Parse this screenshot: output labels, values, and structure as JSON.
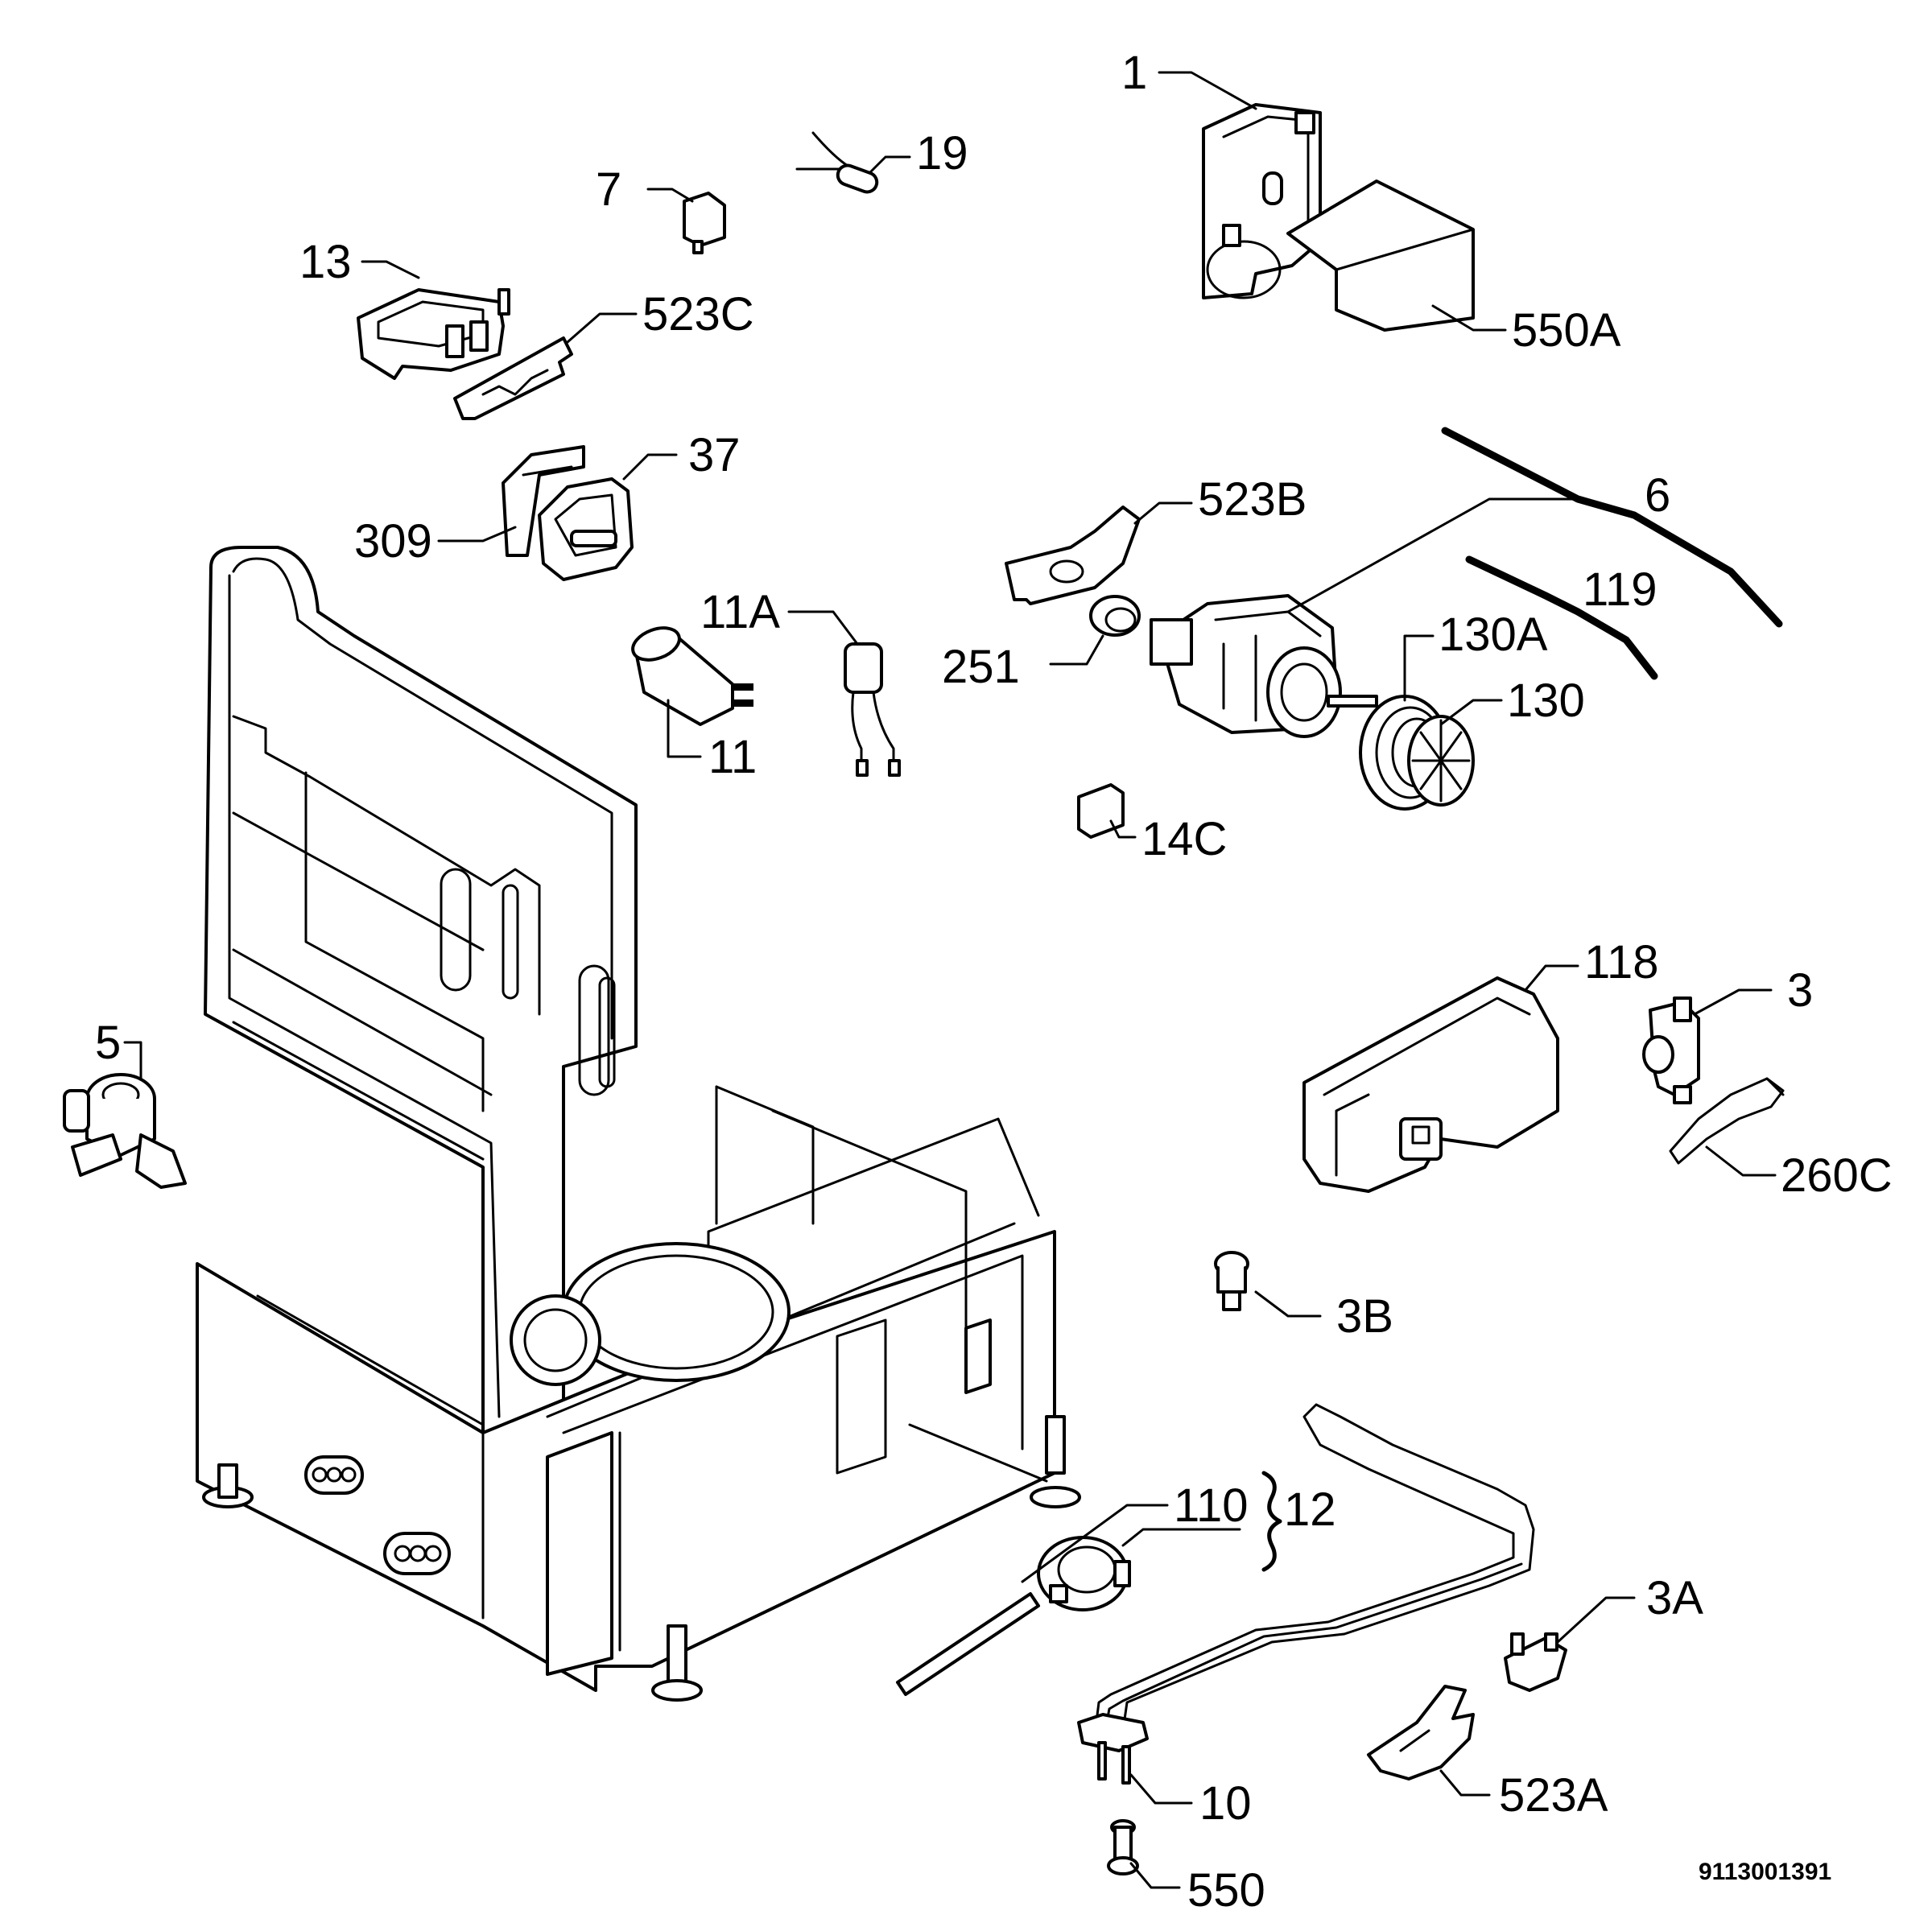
{
  "drawing_number": "9113001391",
  "callouts": [
    {
      "id": "1",
      "text": "1"
    },
    {
      "id": "19",
      "text": "19"
    },
    {
      "id": "7",
      "text": "7"
    },
    {
      "id": "13",
      "text": "13"
    },
    {
      "id": "523C",
      "text": "523C"
    },
    {
      "id": "550A",
      "text": "550A"
    },
    {
      "id": "37",
      "text": "37"
    },
    {
      "id": "309",
      "text": "309"
    },
    {
      "id": "523B",
      "text": "523B"
    },
    {
      "id": "6",
      "text": "6"
    },
    {
      "id": "119",
      "text": "119"
    },
    {
      "id": "11A",
      "text": "11A"
    },
    {
      "id": "251",
      "text": "251"
    },
    {
      "id": "130A",
      "text": "130A"
    },
    {
      "id": "130",
      "text": "130"
    },
    {
      "id": "11",
      "text": "11"
    },
    {
      "id": "14C",
      "text": "14C"
    },
    {
      "id": "118",
      "text": "118"
    },
    {
      "id": "3",
      "text": "3"
    },
    {
      "id": "5",
      "text": "5"
    },
    {
      "id": "260C",
      "text": "260C"
    },
    {
      "id": "3B",
      "text": "3B"
    },
    {
      "id": "110",
      "text": "110"
    },
    {
      "id": "12",
      "text": "12"
    },
    {
      "id": "3A",
      "text": "3A"
    },
    {
      "id": "10",
      "text": "10"
    },
    {
      "id": "523A",
      "text": "523A"
    },
    {
      "id": "550",
      "text": "550"
    }
  ]
}
